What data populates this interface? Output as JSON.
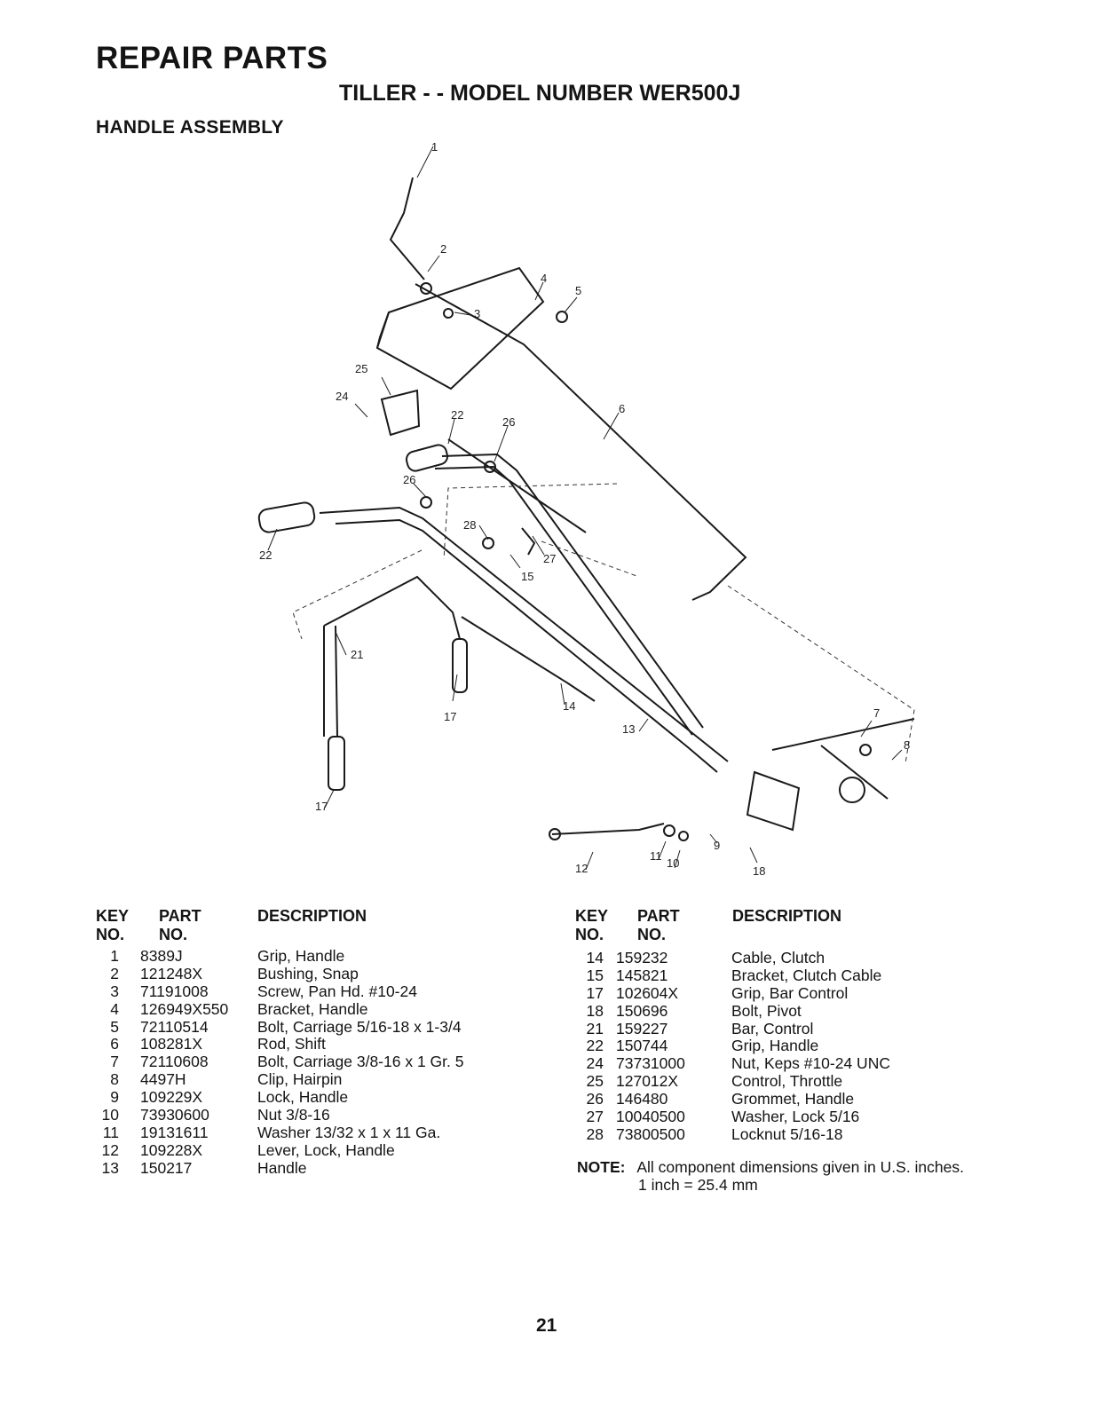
{
  "header": {
    "title": "REPAIR PARTS",
    "subtitle": "TILLER - - MODEL NUMBER WER500J",
    "section": "HANDLE ASSEMBLY"
  },
  "diagram": {
    "callouts": [
      "1",
      "2",
      "3",
      "4",
      "5",
      "6",
      "7",
      "8",
      "9",
      "10",
      "11",
      "12",
      "13",
      "14",
      "15",
      "17",
      "17",
      "18",
      "21",
      "22",
      "22",
      "24",
      "25",
      "26",
      "26",
      "27",
      "28"
    ]
  },
  "table": {
    "col_key": "KEY",
    "col_key2": "NO.",
    "col_part": "PART",
    "col_part2": "NO.",
    "col_desc": "DESCRIPTION",
    "left_rows": [
      {
        "key": "1",
        "part": "8389J",
        "desc": "Grip, Handle"
      },
      {
        "key": "2",
        "part": "121248X",
        "desc": "Bushing, Snap"
      },
      {
        "key": "3",
        "part": "71191008",
        "desc": "Screw, Pan Hd. #10-24"
      },
      {
        "key": "4",
        "part": "126949X550",
        "desc": "Bracket, Handle"
      },
      {
        "key": "5",
        "part": "72110514",
        "desc": "Bolt, Carriage 5/16-18 x 1-3/4"
      },
      {
        "key": "6",
        "part": "108281X",
        "desc": "Rod, Shift"
      },
      {
        "key": "7",
        "part": "72110608",
        "desc": "Bolt, Carriage 3/8-16 x 1 Gr. 5"
      },
      {
        "key": "8",
        "part": "4497H",
        "desc": "Clip, Hairpin"
      },
      {
        "key": "9",
        "part": "109229X",
        "desc": "Lock, Handle"
      },
      {
        "key": "10",
        "part": "73930600",
        "desc": "Nut 3/8-16"
      },
      {
        "key": "11",
        "part": "19131611",
        "desc": "Washer 13/32 x 1 x 11 Ga."
      },
      {
        "key": "12",
        "part": "109228X",
        "desc": "Lever, Lock, Handle"
      },
      {
        "key": "13",
        "part": "150217",
        "desc": "Handle"
      }
    ],
    "right_rows": [
      {
        "key": "14",
        "part": "159232",
        "desc": "Cable, Clutch"
      },
      {
        "key": "15",
        "part": "145821",
        "desc": "Bracket, Clutch Cable"
      },
      {
        "key": "17",
        "part": "102604X",
        "desc": "Grip, Bar Control"
      },
      {
        "key": "18",
        "part": "150696",
        "desc": "Bolt, Pivot"
      },
      {
        "key": "21",
        "part": "159227",
        "desc": "Bar, Control"
      },
      {
        "key": "22",
        "part": "150744",
        "desc": "Grip, Handle"
      },
      {
        "key": "24",
        "part": "73731000",
        "desc": "Nut, Keps #10-24 UNC"
      },
      {
        "key": "25",
        "part": "127012X",
        "desc": "Control, Throttle"
      },
      {
        "key": "26",
        "part": "146480",
        "desc": "Grommet, Handle"
      },
      {
        "key": "27",
        "part": "10040500",
        "desc": "Washer, Lock 5/16"
      },
      {
        "key": "28",
        "part": "73800500",
        "desc": "Locknut 5/16-18"
      }
    ]
  },
  "note": {
    "label": "NOTE:",
    "line1": "All component dimensions given in U.S. inches.",
    "line2": "1 inch = 25.4 mm"
  },
  "page_number": "21"
}
